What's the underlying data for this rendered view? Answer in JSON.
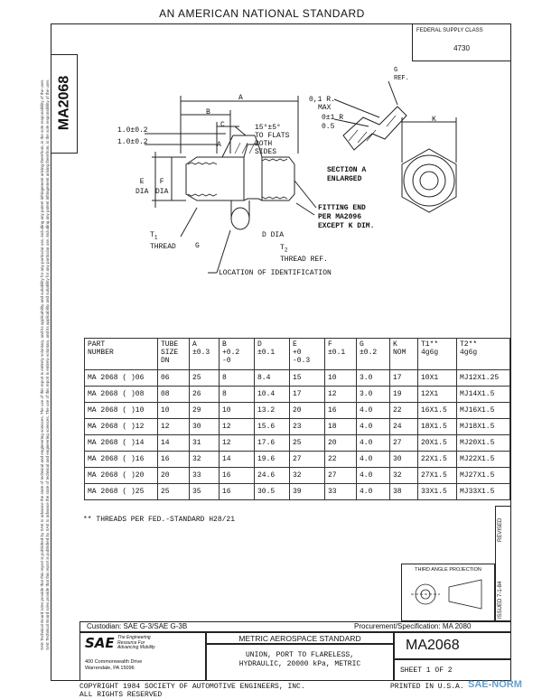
{
  "header": {
    "title": "AN AMERICAN NATIONAL STANDARD"
  },
  "federal_supply": {
    "label": "FEDERAL SUPPLY CLASS",
    "value": "4730"
  },
  "doc_number_side": "MA2068",
  "drawing": {
    "dim_a": "A",
    "dim_b": "B",
    "dim_c": "C",
    "dim_k": "K",
    "tol_1": "1.0±0.2",
    "tol_2": "1.0±0.2",
    "angle_note": [
      "15°±5°",
      "TO FLATS",
      "BOTH",
      "SIDES"
    ],
    "e_dia": [
      "E",
      "DIA"
    ],
    "f_dia": [
      "F",
      "DIA"
    ],
    "t1_label": "T",
    "t1_sub": "1",
    "t1_thread": "THREAD",
    "g_label": "G",
    "d_dia": "D DIA",
    "t2_label": "T",
    "t2_sub": "2",
    "t2_thread": "THREAD REF.",
    "loc_ident": "LOCATION OF IDENTIFICATION",
    "fitting_end": [
      "FITTING END",
      "PER MA2096",
      "EXCEPT K DIM."
    ],
    "section_a": [
      "SECTION A",
      "ENLARGED"
    ],
    "radius_1": [
      "0,1 R.",
      "MAX"
    ],
    "radius_2": [
      "0±1 R",
      "0.5"
    ],
    "g_ref": [
      "G",
      "REF."
    ],
    "section_mark": "A"
  },
  "table": {
    "headers": [
      [
        "PART",
        "NUMBER"
      ],
      [
        "TUBE",
        "SIZE",
        "DN"
      ],
      [
        "A",
        "±0.3"
      ],
      [
        "B",
        "+0.2",
        "-0"
      ],
      [
        "D",
        "±0.1"
      ],
      [
        "E",
        "+0",
        "-0.3"
      ],
      [
        "F",
        "±0.1"
      ],
      [
        "G",
        "±0.2"
      ],
      [
        "K",
        "NOM"
      ],
      [
        "T1**",
        "4g6g"
      ],
      [
        "T2**",
        "4g6g"
      ]
    ],
    "rows": [
      [
        "MA 2068 ( )06",
        "06",
        "25",
        "8",
        "8.4",
        "15",
        "10",
        "3.0",
        "17",
        "10X1",
        "MJ12X1.25"
      ],
      [
        "MA 2068 ( )08",
        "08",
        "26",
        "8",
        "10.4",
        "17",
        "12",
        "3.0",
        "19",
        "12X1",
        "MJ14X1.5"
      ],
      [
        "MA 2068 ( )10",
        "10",
        "29",
        "10",
        "13.2",
        "20",
        "16",
        "4.0",
        "22",
        "16X1.5",
        "MJ16X1.5"
      ],
      [
        "MA 2068 ( )12",
        "12",
        "30",
        "12",
        "15.6",
        "23",
        "18",
        "4.0",
        "24",
        "18X1.5",
        "MJ18X1.5"
      ],
      [
        "MA 2068 ( )14",
        "14",
        "31",
        "12",
        "17.6",
        "25",
        "20",
        "4.0",
        "27",
        "20X1.5",
        "MJ20X1.5"
      ],
      [
        "MA 2068 ( )16",
        "16",
        "32",
        "14",
        "19.6",
        "27",
        "22",
        "4.0",
        "30",
        "22X1.5",
        "MJ22X1.5"
      ],
      [
        "MA 2068 ( )20",
        "20",
        "33",
        "16",
        "24.6",
        "32",
        "27",
        "4.0",
        "32",
        "27X1.5",
        "MJ27X1.5"
      ],
      [
        "MA 2068 ( )25",
        "25",
        "35",
        "16",
        "30.5",
        "39",
        "33",
        "4.0",
        "38",
        "33X1.5",
        "MJ33X1.5"
      ]
    ]
  },
  "footnote": "** THREADS PER FED.-STANDARD H28/21",
  "revision": {
    "revised": "REVISED",
    "issued": "ISSUED 7-1-84"
  },
  "third_angle": "THIRD ANGLE PROJECTION",
  "custodian": "Custodian: SAE G-3/SAE G-3B",
  "procurement": "Procurement/Specification: MA 2080",
  "sae": {
    "logo": "SAE",
    "tagline": [
      "The Engineering",
      "Resource For",
      "Advancing Mobility"
    ],
    "address": [
      "400 Commonwealth Drive",
      "Warrendale, PA 15096"
    ]
  },
  "title_block": {
    "heading": "METRIC AEROSPACE STANDARD",
    "desc_1": "UNION, PORT TO FLARELESS,",
    "desc_2": "HYDRAULIC, 20000 kPa, METRIC",
    "number": "MA2068",
    "sheet": "SHEET 1 OF 2"
  },
  "copyright": {
    "line1": "COPYRIGHT 1984 SOCIETY OF AUTOMOTIVE ENGINEERS, INC.",
    "line2": "ALL RIGHTS RESERVED",
    "printed": "PRINTED IN U.S.A."
  },
  "side_legal": "SAE Technical Board rules provide that this report is published by SAE to advance the state of technical and engineering sciences. The use of this report is entirely voluntary, and its applicability and suitability for any particular use, including any patent infringement arising therefrom, is the sole responsibility of the user.",
  "watermark": "SAE-NORM"
}
